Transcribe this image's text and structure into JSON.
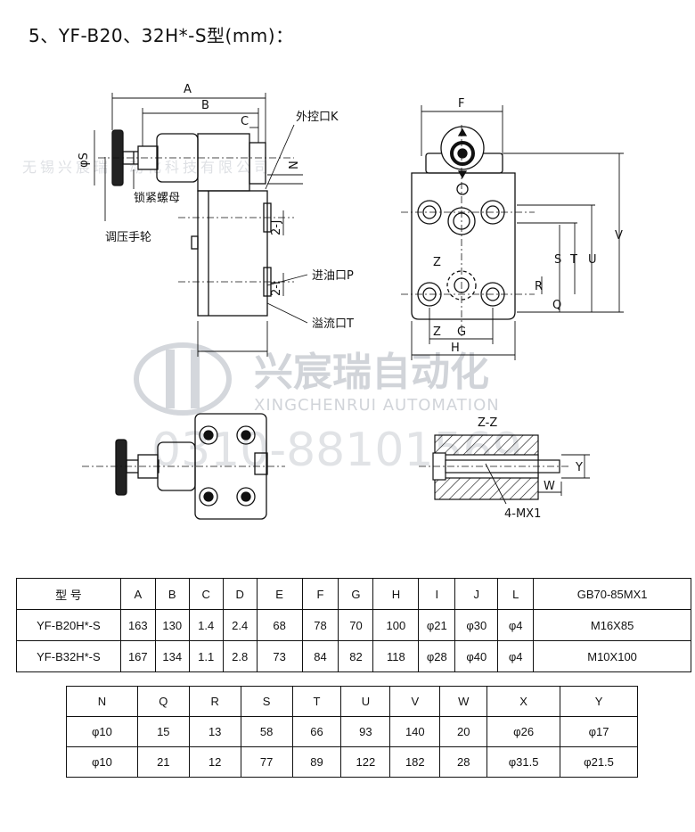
{
  "title": "5、YF-B20、32H*-S型(mm)：",
  "drawing": {
    "labels": {
      "A": "A",
      "B": "B",
      "C": "C",
      "phiS": "φS",
      "N": "N",
      "J2": "2-J",
      "I2": "2-I",
      "F": "F",
      "S": "S",
      "T": "T",
      "U": "U",
      "V": "V",
      "R": "R",
      "Q": "Q",
      "Z1": "Z",
      "Z2": "Z",
      "G": "G",
      "H": "H",
      "ZZ": "Z-Z",
      "Y": "Y",
      "W": "W",
      "MX1": "4-MX1"
    },
    "callouts": {
      "control_port": "外控口K",
      "lock_nut": "锁紧螺母",
      "handwheel": "调压手轮",
      "inlet_port": "进油口P",
      "overflow_port": "溢流口T"
    }
  },
  "watermark": {
    "company_cn": "兴宸瑞自动化",
    "company_en": "XINGCHENRUI AUTOMATION",
    "phone": "0310-88101569",
    "company_full": "无锡兴宸瑞自动化科技有限公司"
  },
  "table1": {
    "header": [
      "型 号",
      "A",
      "B",
      "C",
      "D",
      "E",
      "F",
      "G",
      "H",
      "I",
      "J",
      "L",
      "GB70-85MX1"
    ],
    "rows": [
      [
        "YF-B20H*-S",
        "163",
        "130",
        "1.4",
        "2.4",
        "68",
        "78",
        "70",
        "100",
        "φ21",
        "φ30",
        "φ4",
        "M16X85"
      ],
      [
        "YF-B32H*-S",
        "167",
        "134",
        "1.1",
        "2.8",
        "73",
        "84",
        "82",
        "118",
        "φ28",
        "φ40",
        "φ4",
        "M10X100"
      ]
    ]
  },
  "table2": {
    "header": [
      "N",
      "Q",
      "R",
      "S",
      "T",
      "U",
      "V",
      "W",
      "X",
      "Y"
    ],
    "rows": [
      [
        "φ10",
        "15",
        "13",
        "58",
        "66",
        "93",
        "140",
        "20",
        "φ26",
        "φ17"
      ],
      [
        "φ10",
        "21",
        "12",
        "77",
        "89",
        "122",
        "182",
        "28",
        "φ31.5",
        "φ21.5"
      ]
    ]
  }
}
